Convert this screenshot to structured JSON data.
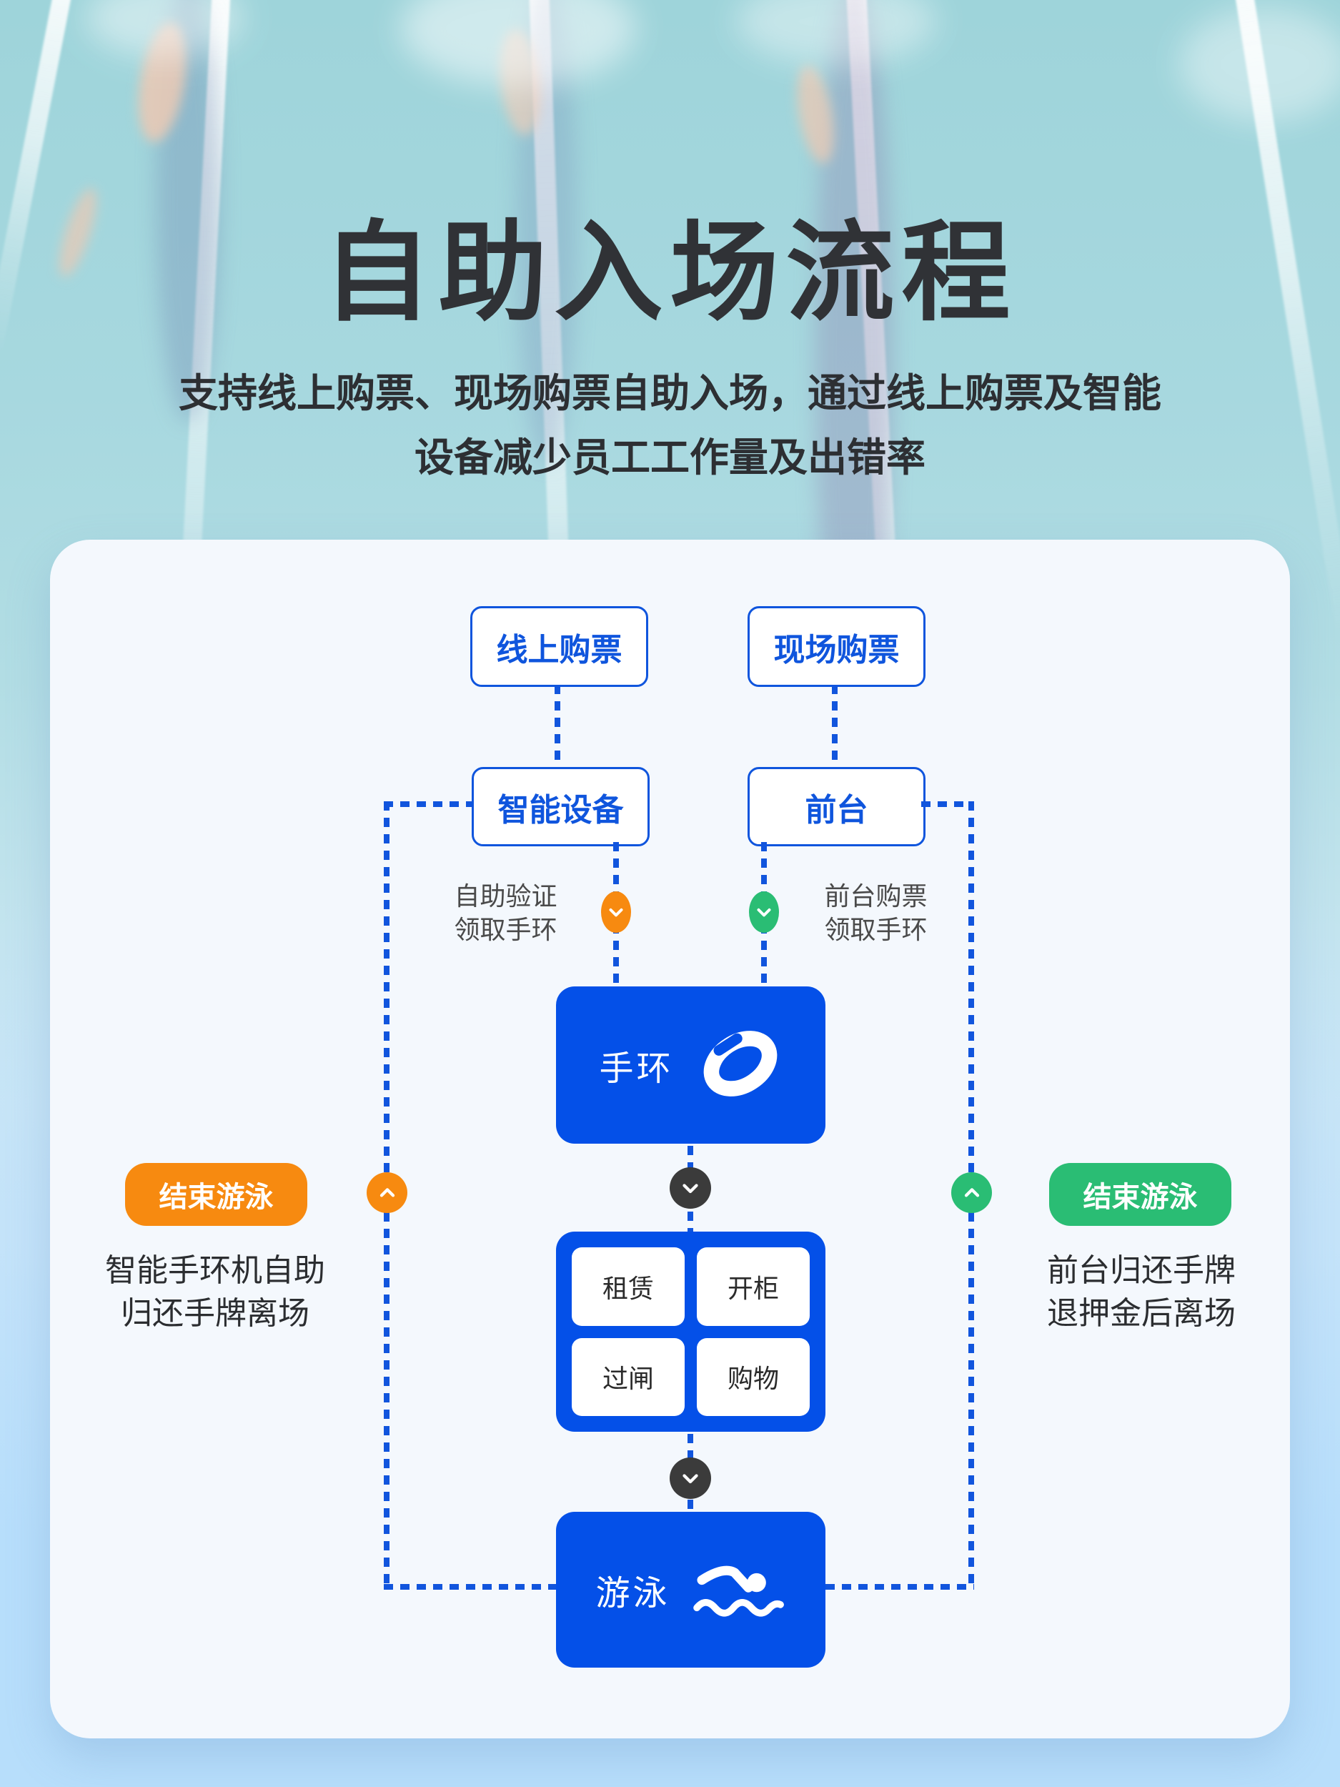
{
  "header": {
    "title": "自助入场流程",
    "subtitle_line1": "支持线上购票、现场购票自助入场，通过线上购票及智能",
    "subtitle_line2": "设备减少员工工作量及出错率"
  },
  "flow": {
    "online_ticket": "线上购票",
    "onsite_ticket": "现场购票",
    "smart_device": "智能设备",
    "front_desk": "前台",
    "self_verify": {
      "line1": "自助验证",
      "line2": "领取手环"
    },
    "desk_purchase": {
      "line1": "前台购票",
      "line2": "领取手环"
    },
    "wristband": "手环",
    "functions": [
      "租赁",
      "开柜",
      "过闸",
      "购物"
    ],
    "swim": "游泳",
    "left_exit": {
      "badge": "结束游泳",
      "line1": "智能手环机自助",
      "line2": "归还手牌离场"
    },
    "right_exit": {
      "badge": "结束游泳",
      "line1": "前台归还手牌",
      "line2": "退押金后离场"
    }
  },
  "colors": {
    "node_blue": "#0450e8",
    "line_blue": "#1155dd",
    "orange": "#f78a10",
    "green": "#2abd74",
    "arrow_dark": "#3b3b3b",
    "card_bg": "#f4f8fd",
    "page_bottom_blue": "#b7defb"
  }
}
